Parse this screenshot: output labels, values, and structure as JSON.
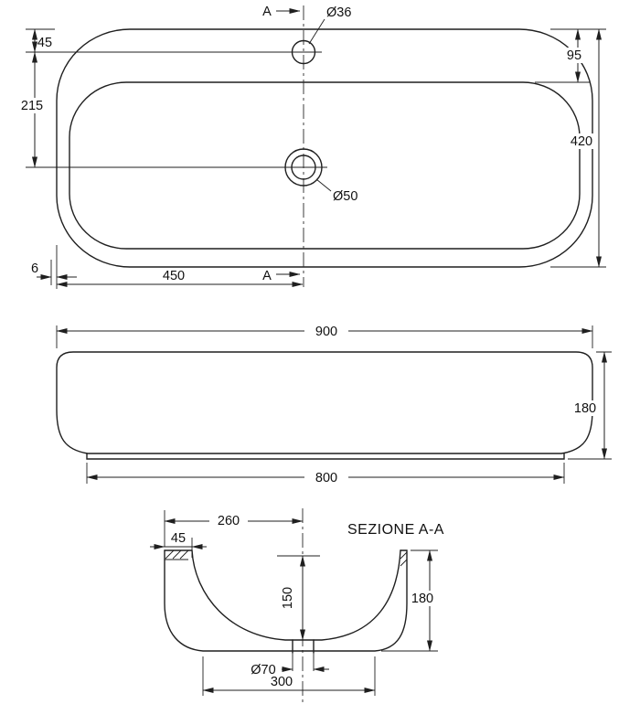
{
  "drawing": {
    "kind": "washbasin technical drawing",
    "line_color": "#1f1f1f",
    "background": "#ffffff"
  },
  "top_view": {
    "section_marker_top": "A",
    "section_marker_bottom": "A",
    "faucet_hole_diameter": "Ø36",
    "drain_diameter": "Ø50",
    "dim_top_edge_to_faucet": "45",
    "dim_faucet_to_drain": "215",
    "dim_rim_width": "95",
    "dim_depth": "420",
    "dim_edge_offset": "6",
    "dim_left_to_centerline": "450"
  },
  "front_view": {
    "dim_length": "900",
    "dim_height": "180",
    "dim_base_length": "800"
  },
  "section_view": {
    "title": "SEZIONE A-A",
    "dim_edge_to_centerline": "260",
    "dim_ledge": "45",
    "dim_bowl_depth": "150",
    "dim_height": "180",
    "drain_diameter": "Ø70",
    "dim_base_width": "300"
  }
}
